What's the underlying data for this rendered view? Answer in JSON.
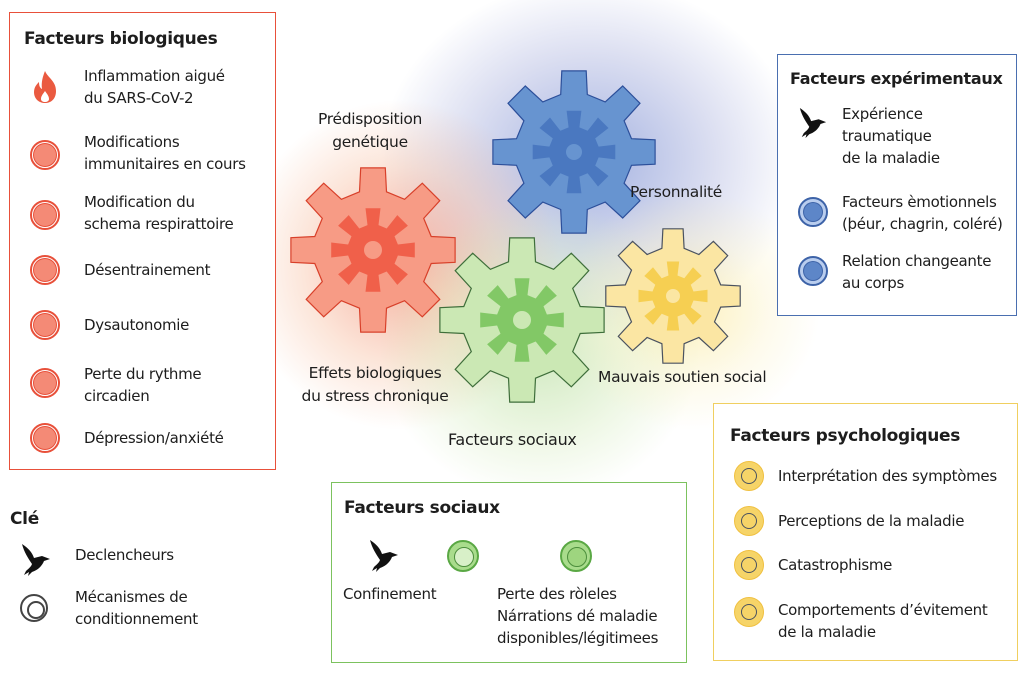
{
  "colors": {
    "biological": "#e8503a",
    "experiential": "#4a72b8",
    "psychological": "#f0c73c",
    "social": "#7cc25e",
    "text": "#1d1d1d"
  },
  "biological": {
    "title": "Facteurs biologiques",
    "items": [
      {
        "icon": "flame-icon",
        "text": "Inflammation aigué\ndu SARS-CoV-2"
      },
      {
        "icon": "conditioning-ring-icon",
        "text": "Modifications\nimmunitaires en cours"
      },
      {
        "icon": "conditioning-ring-icon",
        "text": "Modification du\nschema respirattoire"
      },
      {
        "icon": "conditioning-ring-icon",
        "text": "Désentrainement"
      },
      {
        "icon": "conditioning-ring-icon",
        "text": "Dysautonomie"
      },
      {
        "icon": "conditioning-ring-icon",
        "text": "Perte du rythme\ncircadien"
      },
      {
        "icon": "conditioning-ring-icon",
        "text": "Dépression/anxiété"
      }
    ]
  },
  "key": {
    "title": "Clé",
    "items": [
      {
        "icon": "bird-icon",
        "text": "Declencheurs"
      },
      {
        "icon": "conditioning-ring-icon",
        "text": "Mécanismes de\nconditionnement"
      }
    ]
  },
  "experiential": {
    "title": "Facteurs expérimentaux",
    "items": [
      {
        "icon": "bird-icon",
        "text": "Expérience\ntraumatique\nde la maladie"
      },
      {
        "icon": "conditioning-ring-icon",
        "text": "Facteurs èmotionnels\n(þéur, chagrin, coléré)"
      },
      {
        "icon": "conditioning-ring-icon",
        "text": "Relation changeante\nau corps"
      }
    ]
  },
  "psychological": {
    "title": "Facteurs psychologiques",
    "items": [
      {
        "icon": "conditioning-ring-icon",
        "text": "Interprétation des symptòmes"
      },
      {
        "icon": "conditioning-ring-icon",
        "text": "Perceptions de la maladie"
      },
      {
        "icon": "conditioning-ring-icon",
        "text": "Catastrophisme"
      },
      {
        "icon": "conditioning-ring-icon",
        "text": "Comportements d’évitement\nde la maladie"
      }
    ]
  },
  "social": {
    "title": "Facteurs sociaux",
    "items": [
      {
        "icon": "bird-icon",
        "text": "Confinement"
      },
      {
        "icon": "conditioning-ring-icon",
        "text": ""
      },
      {
        "icon": "conditioning-ring-icon",
        "text": "Perte des ròleles\nNárrations dé maladie\ndisponibles/légitimees"
      }
    ]
  },
  "gears": {
    "biological_label": "Prédisposition\ngenétique",
    "experiential_label": "Personnalité",
    "stress_label": "Effets biologiques\ndu stress chronique",
    "psychological_label": "Mauvais soutien social",
    "social_label": "Facteurs sociaux"
  }
}
